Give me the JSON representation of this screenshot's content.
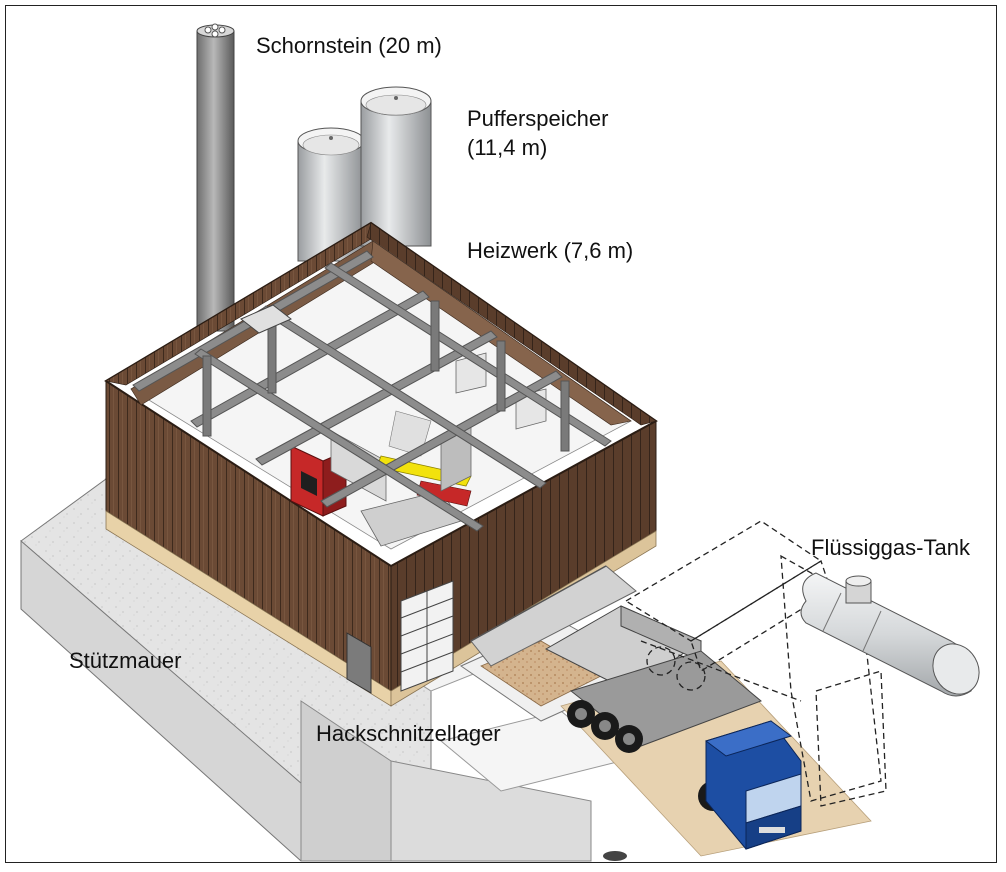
{
  "labels": {
    "chimney": "Schornstein (20 m)",
    "buffer_line1": "Pufferspeicher",
    "buffer_line2": "(11,4 m)",
    "plant": "Heizwerk (7,6 m)",
    "gas_tank": "Flüssiggas-Tank",
    "retaining_wall": "Stützmauer",
    "chip_storage": "Hackschnitzellager"
  },
  "colors": {
    "cladding": "#6b4a35",
    "plinth": "#e8d2a8",
    "steel_frame": "#777777",
    "truck_cab": "#1d4ea3",
    "boiler": "#c62828",
    "conveyor": "#f2e20d",
    "wood_chips": "#c9a27a",
    "silver_tank": "#cfd2d4"
  },
  "icons": [
    "chimney",
    "buffer-tank",
    "heating-plant",
    "gas-tank",
    "dump-truck",
    "retaining-wall",
    "chip-bunker"
  ]
}
